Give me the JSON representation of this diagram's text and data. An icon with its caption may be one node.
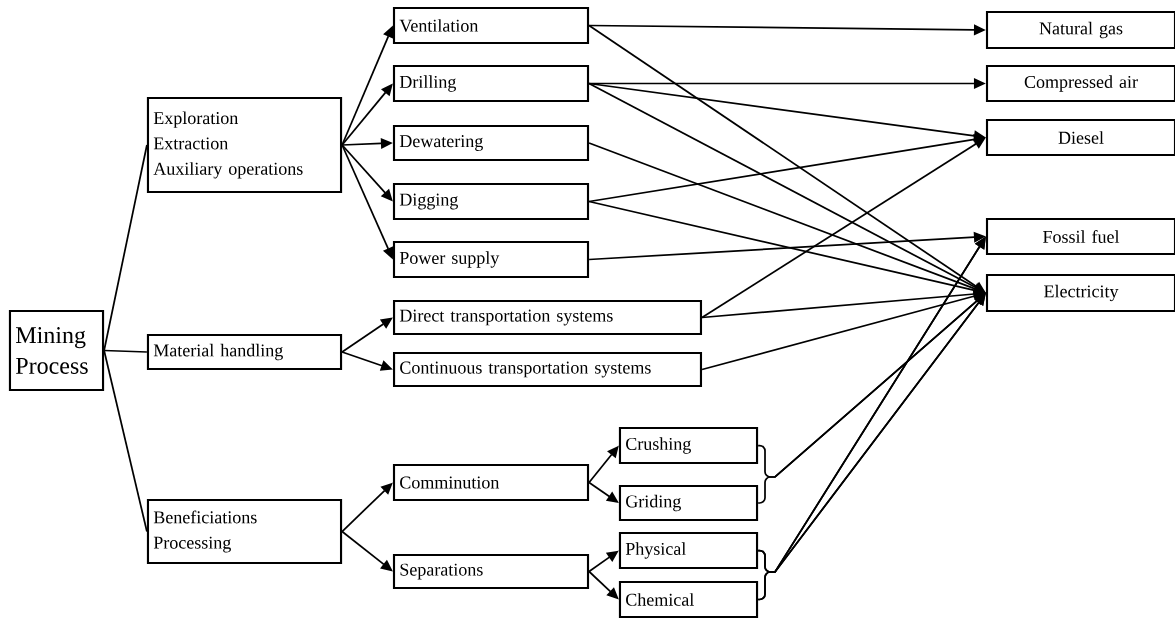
{
  "diagram": {
    "nodes": [
      {
        "text": [
          "Mining Process"
        ]
      },
      {
        "text": [
          "Exploration",
          "Extraction",
          "Auxiliary operations"
        ]
      },
      {
        "text": [
          "Material handling"
        ]
      },
      {
        "text": [
          "Beneficiations",
          "Processing"
        ]
      },
      {
        "text": [
          "Ventilation"
        ]
      },
      {
        "text": [
          "Drilling"
        ]
      },
      {
        "text": [
          "Dewatering"
        ]
      },
      {
        "text": [
          "Digging"
        ]
      },
      {
        "text": [
          "Power supply"
        ]
      },
      {
        "text": [
          "Direct transportation systems"
        ]
      },
      {
        "text": [
          "Continuous transportation systems"
        ]
      },
      {
        "text": [
          "Comminution"
        ]
      },
      {
        "text": [
          "Separations"
        ]
      },
      {
        "text": [
          "Crushing"
        ]
      },
      {
        "text": [
          "Griding"
        ]
      },
      {
        "text": [
          "Physical"
        ]
      },
      {
        "text": [
          "Chemical"
        ]
      },
      {
        "text": [
          "Natural gas"
        ]
      },
      {
        "text": [
          "Compressed air"
        ]
      },
      {
        "text": [
          "Diesel"
        ]
      },
      {
        "text": [
          "Fossil fuel"
        ]
      },
      {
        "text": [
          "Electricity"
        ]
      }
    ],
    "edges": [
      {
        "from": 0,
        "to": 1,
        "arrow": "none"
      },
      {
        "from": 0,
        "to": 2,
        "arrow": "none"
      },
      {
        "from": 0,
        "to": 3,
        "arrow": "none"
      },
      {
        "from": 1,
        "to": 4,
        "arrow": "to"
      },
      {
        "from": 1,
        "to": 5,
        "arrow": "to"
      },
      {
        "from": 1,
        "to": 6,
        "arrow": "to"
      },
      {
        "from": 1,
        "to": 7,
        "arrow": "to"
      },
      {
        "from": 1,
        "to": 8,
        "arrow": "to"
      },
      {
        "from": 2,
        "to": 9,
        "arrow": "to"
      },
      {
        "from": 2,
        "to": 10,
        "arrow": "to"
      },
      {
        "from": 3,
        "to": 11,
        "arrow": "to"
      },
      {
        "from": 3,
        "to": 12,
        "arrow": "to"
      },
      {
        "from": 11,
        "to": 13,
        "arrow": "to"
      },
      {
        "from": 11,
        "to": 14,
        "arrow": "to"
      },
      {
        "from": 12,
        "to": 15,
        "arrow": "to"
      },
      {
        "from": 12,
        "to": 16,
        "arrow": "to"
      },
      {
        "from": 4,
        "to": 17,
        "arrow": "to"
      },
      {
        "from": 4,
        "to": 21,
        "arrow": "to"
      },
      {
        "from": 5,
        "to": 18,
        "arrow": "to"
      },
      {
        "from": 5,
        "to": 19,
        "arrow": "to"
      },
      {
        "from": 5,
        "to": 21,
        "arrow": "to"
      },
      {
        "from": 6,
        "to": 21,
        "arrow": "to"
      },
      {
        "from": 7,
        "to": 19,
        "arrow": "to"
      },
      {
        "from": 7,
        "to": 21,
        "arrow": "to"
      },
      {
        "from": 8,
        "to": 20,
        "arrow": "to"
      },
      {
        "from": 9,
        "to": 19,
        "arrow": "to"
      },
      {
        "from": 9,
        "to": 21,
        "arrow": "to"
      },
      {
        "from": 10,
        "to": 21,
        "arrow": "to"
      },
      {
        "from": 13,
        "to": 21,
        "arrow": "to"
      },
      {
        "from": 14,
        "to": 21,
        "arrow": "to"
      },
      {
        "from": 15,
        "to": 20,
        "arrow": "to"
      },
      {
        "from": 16,
        "to": 20,
        "arrow": "to"
      },
      {
        "from": 15,
        "to": 21,
        "arrow": "to"
      },
      {
        "from": 16,
        "to": 21,
        "arrow": "to"
      }
    ]
  }
}
